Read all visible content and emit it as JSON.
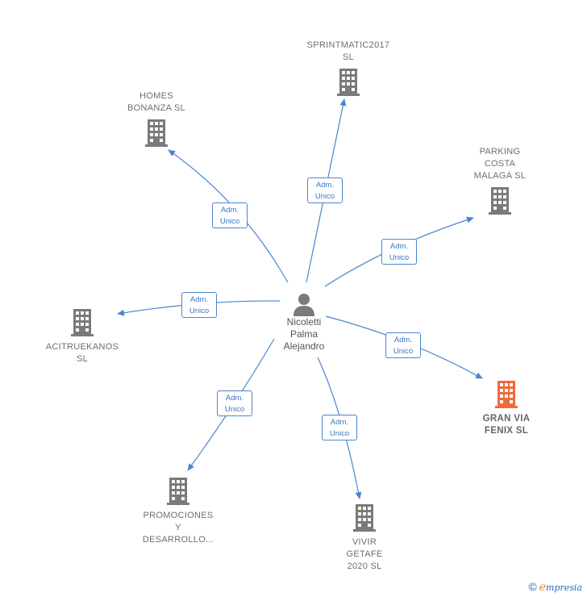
{
  "center": {
    "name_lines": [
      "Nicoletti",
      "Palma",
      "Alejandro"
    ],
    "icon": "person-icon"
  },
  "relation_label": [
    "Adm.",
    "Unico"
  ],
  "companies": [
    {
      "id": "sprintmatic",
      "lines": [
        "SPRINTMATIC2017",
        "SL"
      ],
      "highlight": false
    },
    {
      "id": "homes",
      "lines": [
        "HOMES",
        "BONANZA  SL"
      ],
      "highlight": false
    },
    {
      "id": "parking",
      "lines": [
        "PARKING",
        "COSTA",
        "MALAGA  SL"
      ],
      "highlight": false
    },
    {
      "id": "acitruekanos",
      "lines": [
        "ACITRUEKANOS",
        "SL"
      ],
      "highlight": false
    },
    {
      "id": "granvia",
      "lines": [
        "GRAN VIA",
        "FENIX  SL"
      ],
      "highlight": true
    },
    {
      "id": "promociones",
      "lines": [
        "PROMOCIONES",
        "Y",
        "DESARROLLO..."
      ],
      "highlight": false
    },
    {
      "id": "vivir",
      "lines": [
        "VIVIR",
        "GETAFE",
        "2020  SL"
      ],
      "highlight": false
    }
  ],
  "colors": {
    "edge": "#4a86cf",
    "building": "#7a7a7a",
    "building_highlight": "#ef6a3a",
    "person": "#7a7a7a"
  },
  "footer": {
    "copyright_symbol": "©",
    "brand_e": "e",
    "brand_rest": "mpresia"
  }
}
